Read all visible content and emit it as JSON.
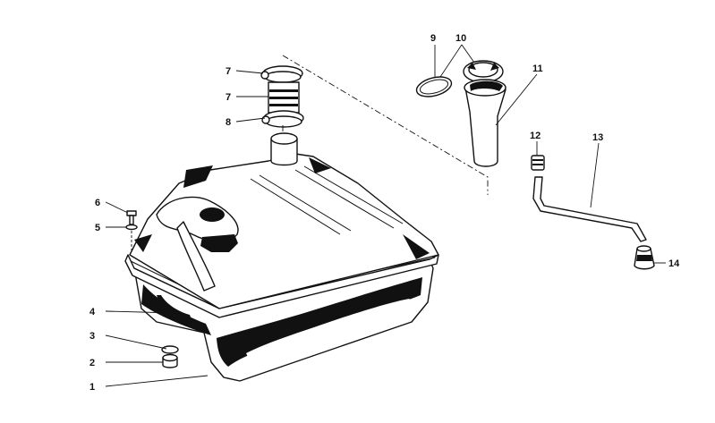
{
  "diagram": {
    "callouts": [
      {
        "id": "c1",
        "label": "1"
      },
      {
        "id": "c2",
        "label": "2"
      },
      {
        "id": "c3",
        "label": "3"
      },
      {
        "id": "c4",
        "label": "4"
      },
      {
        "id": "c5",
        "label": "5"
      },
      {
        "id": "c6",
        "label": "6"
      },
      {
        "id": "c7a",
        "label": "7"
      },
      {
        "id": "c7b",
        "label": "7"
      },
      {
        "id": "c8",
        "label": "8"
      },
      {
        "id": "c9",
        "label": "9"
      },
      {
        "id": "c10",
        "label": "10"
      },
      {
        "id": "c11",
        "label": "11"
      },
      {
        "id": "c12",
        "label": "12"
      },
      {
        "id": "c13",
        "label": "13"
      },
      {
        "id": "c14",
        "label": "14"
      }
    ]
  }
}
